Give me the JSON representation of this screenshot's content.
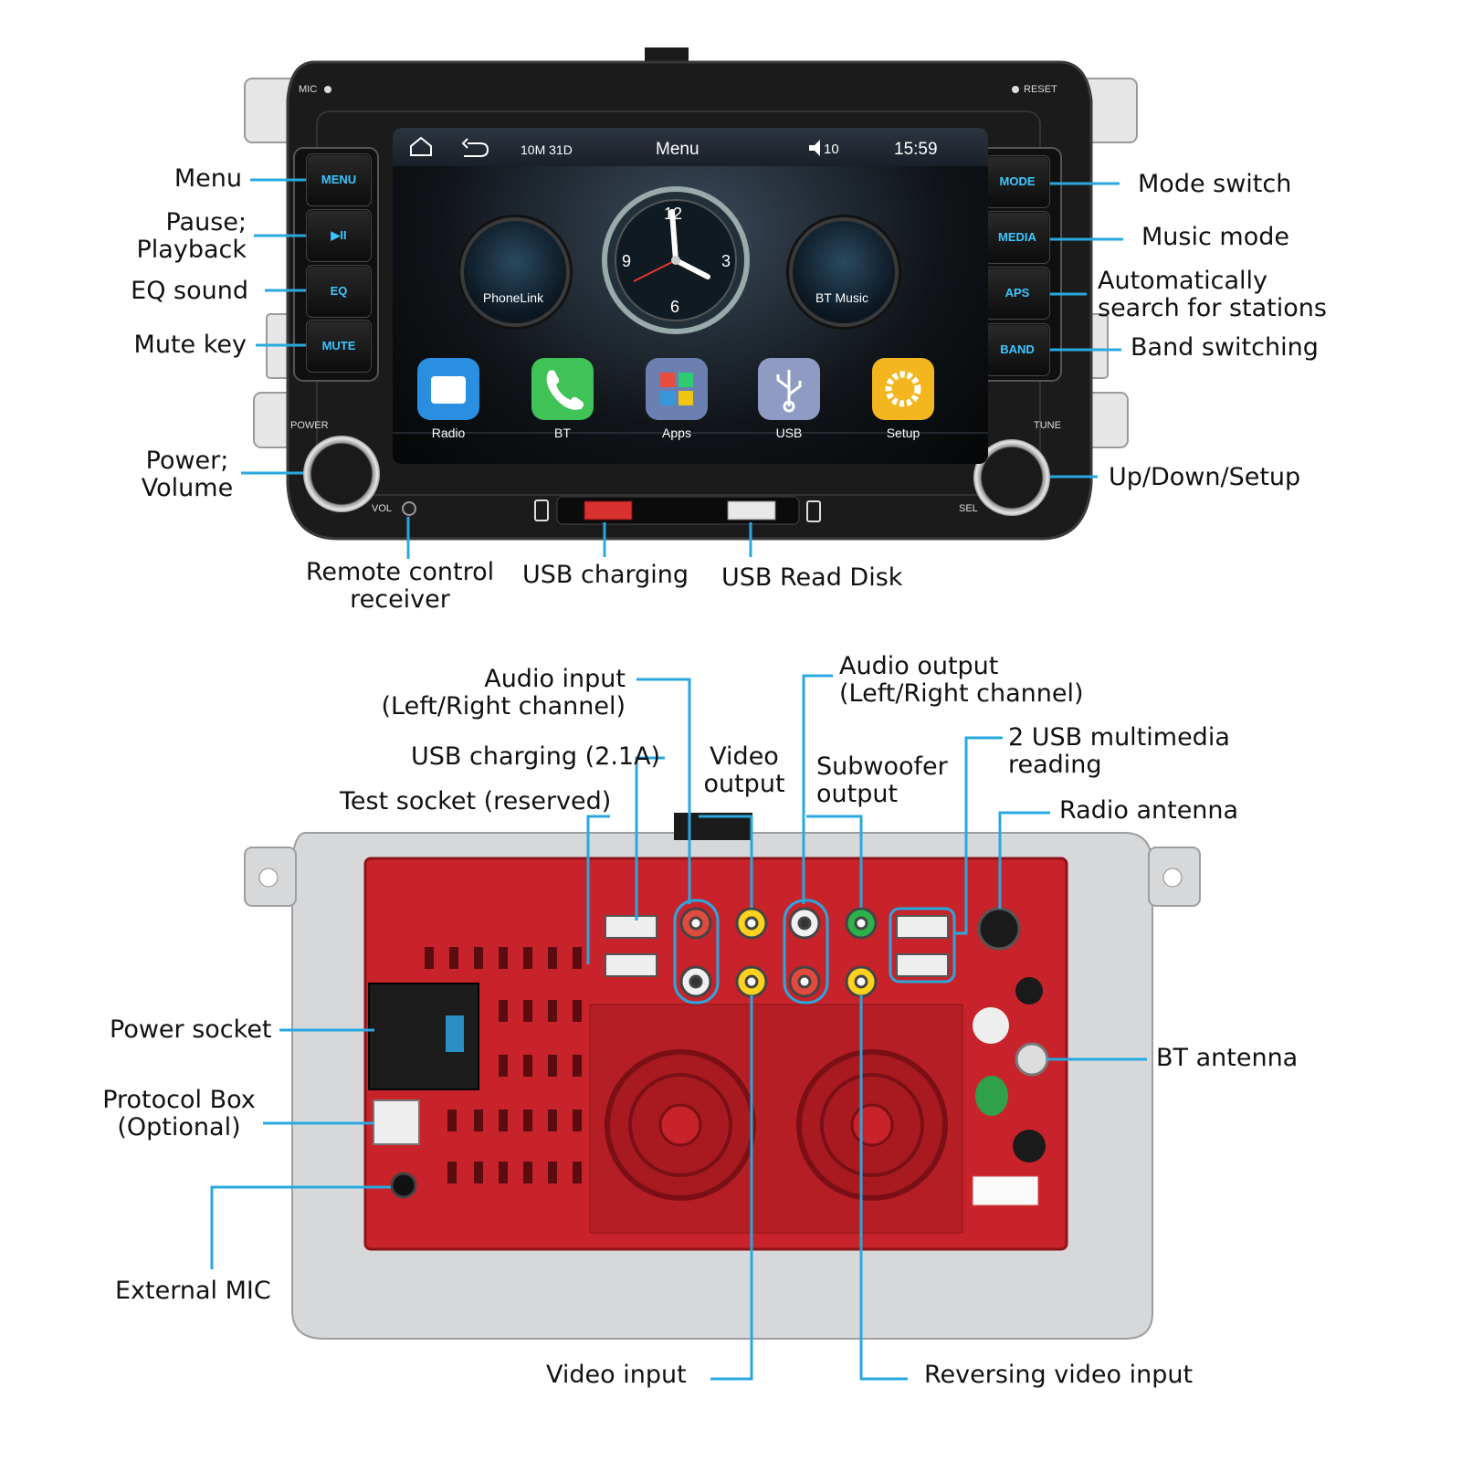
{
  "front": {
    "labels": {
      "menu": "Menu",
      "pause_playback": "Pause;\nPlayback",
      "eq_sound": "EQ sound",
      "mute_key": "Mute key",
      "power_volume": "Power;\nVolume",
      "mode_switch": "Mode switch",
      "music_mode": "Music mode",
      "auto_search": "Automatically\nsearch for stations",
      "band_switching": "Band switching",
      "up_down_setup": "Up/Down/Setup",
      "remote_receiver": "Remote control\nreceiver",
      "usb_charging": "USB charging",
      "usb_read_disk": "USB Read Disk"
    },
    "panel": {
      "mic": "MIC",
      "reset": "RESET",
      "power": "POWER",
      "tune": "TUNE",
      "vol": "VOL",
      "sel": "SEL"
    },
    "left_buttons": [
      "MENU",
      "▶II",
      "EQ",
      "MUTE"
    ],
    "right_buttons": [
      "MODE",
      "MEDIA",
      "APS",
      "BAND"
    ],
    "screen": {
      "status": "10M 31D",
      "title": "Menu",
      "volume": "10",
      "time": "15:59",
      "bubbles": [
        "PhoneLink",
        "BT Music"
      ],
      "clock_numbers": [
        "12",
        "3",
        "6",
        "9"
      ],
      "apps": [
        "Radio",
        "BT",
        "Apps",
        "USB",
        "Setup"
      ]
    }
  },
  "back": {
    "labels": {
      "audio_input": "Audio input\n(Left/Right channel)",
      "usb_charging_21a": "USB charging (2.1A)",
      "test_socket": "Test socket (reserved)",
      "video_output": "Video\noutput",
      "audio_output": "Audio output\n(Left/Right channel)",
      "subwoofer_output": "Subwoofer\noutput",
      "usb_multimedia": "2 USB multimedia\nreading",
      "radio_antenna": "Radio antenna",
      "power_socket": "Power socket",
      "protocol_box": "Protocol Box\n(Optional)",
      "external_mic": "External MIC",
      "bt_antenna": "BT antenna",
      "video_input": "Video input",
      "reversing_video_input": "Reversing video input"
    }
  },
  "colors": {
    "callout": "#29a8e0",
    "bezel": "#1b1b1b",
    "button_text": "#3cc6ff",
    "back_red": "#c8232a",
    "chassis": "#d7d8da"
  }
}
